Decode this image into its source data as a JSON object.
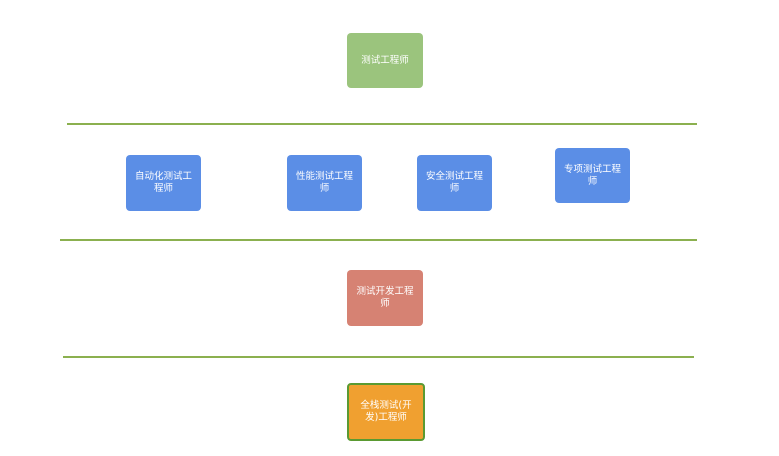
{
  "nodes": {
    "test_engineer": {
      "label": "测试工程师",
      "color": "#9bc47d"
    },
    "automation_test_engineer": {
      "label": "自动化测试工程师",
      "color": "#5b8ee6"
    },
    "performance_test_engineer": {
      "label": "性能测试工程师",
      "color": "#5b8ee6"
    },
    "security_test_engineer": {
      "label": "安全测试工程师",
      "color": "#5b8ee6"
    },
    "specialized_test_engineer": {
      "label": "专项测试工程师",
      "color": "#5b8ee6"
    },
    "test_development_engineer": {
      "label": "测试开发工程师",
      "color": "#d68273"
    },
    "full_stack_test_engineer": {
      "label": "全栈测试(开发)工程师",
      "color": "#f0a030",
      "border": "#5a9a32"
    }
  },
  "divider_color": "#8bb04f"
}
